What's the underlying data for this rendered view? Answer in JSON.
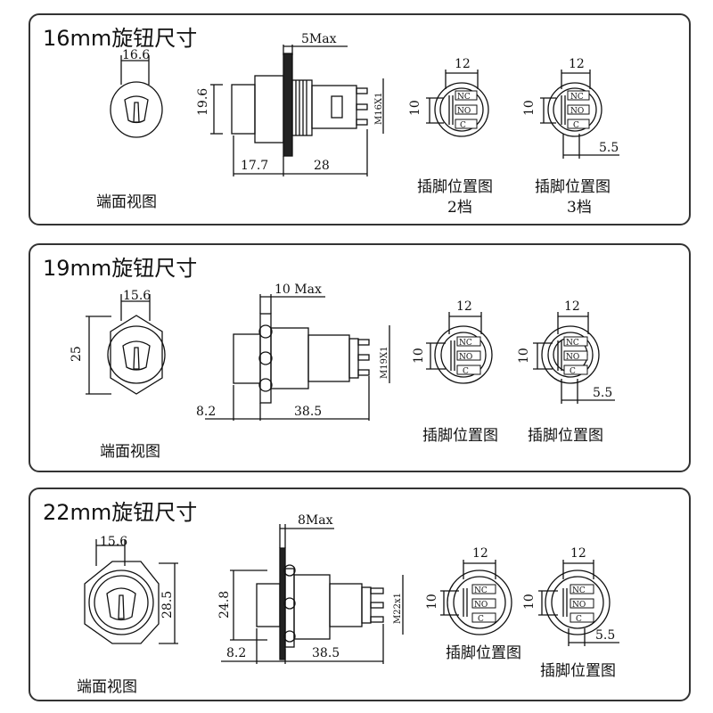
{
  "panels": [
    {
      "title": "16mm旋钮尺寸",
      "face_view_label": "端面视图",
      "face_width": "16.6",
      "face_height": "19.6",
      "side_max": "5Max",
      "side_front": "17.7",
      "side_body": "28",
      "thread": "M16X1",
      "pin_diagrams": [
        {
          "caption": "插脚位置图",
          "sub": "2档",
          "width": "12",
          "height": "10",
          "pitch": "",
          "labels": [
            "NC",
            "NO",
            "C"
          ]
        },
        {
          "caption": "插脚位置图",
          "sub": "3档",
          "width": "12",
          "height": "10",
          "pitch": "5.5",
          "labels": [
            "NC",
            "NO",
            "C"
          ]
        }
      ]
    },
    {
      "title": "19mm旋钮尺寸",
      "face_view_label": "端面视图",
      "face_width": "15.6",
      "face_height": "25",
      "side_max": "10 Max",
      "side_front": "8.2",
      "side_body": "38.5",
      "thread": "M19X1",
      "pin_diagrams": [
        {
          "caption": "插脚位置图",
          "sub": "",
          "width": "12",
          "height": "10",
          "pitch": "",
          "labels": [
            "NC",
            "NO",
            "C"
          ]
        },
        {
          "caption": "插脚位置图",
          "sub": "",
          "width": "12",
          "height": "10",
          "pitch": "5.5",
          "labels": [
            "NC",
            "NO",
            "C"
          ]
        }
      ]
    },
    {
      "title": "22mm旋钮尺寸",
      "face_view_label": "端面视图",
      "face_width": "15.6",
      "face_height": "28.5",
      "side_max": "8Max",
      "side_front": "8.2",
      "side_body": "38.5",
      "side_height": "24.8",
      "thread": "M22x1",
      "pin_diagrams": [
        {
          "caption": "插脚位置图",
          "sub": "",
          "width": "12",
          "height": "10",
          "pitch": "",
          "labels": [
            "NC",
            "NO",
            "C"
          ]
        },
        {
          "caption": "插脚位置图",
          "sub": "",
          "width": "12",
          "height": "10",
          "pitch": "5.5",
          "labels": [
            "NC",
            "NO",
            "C"
          ]
        }
      ]
    }
  ]
}
